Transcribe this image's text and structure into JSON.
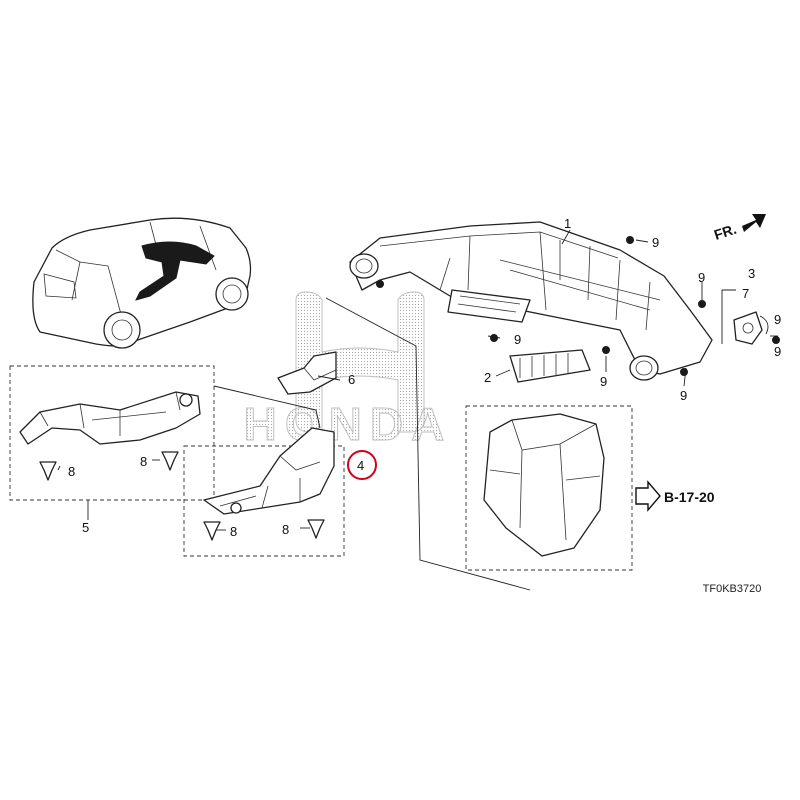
{
  "diagram": {
    "diagram_code": "TF0KB3720",
    "watermark": "HONDA",
    "front_arrow_label": "FR.",
    "reference_label": "B-17-20",
    "highlight_color": "#d0021b",
    "callouts": {
      "p1": "1",
      "p2": "2",
      "p3": "3",
      "p4": "4",
      "p5": "5",
      "p6": "6",
      "p7": "7",
      "p8a": "8",
      "p8b": "8",
      "p8c": "8",
      "p8d": "8",
      "p9a": "9",
      "p9b": "9",
      "p9c": "9",
      "p9d": "9",
      "p9e": "9",
      "p9f": "9",
      "p9g": "9"
    }
  }
}
